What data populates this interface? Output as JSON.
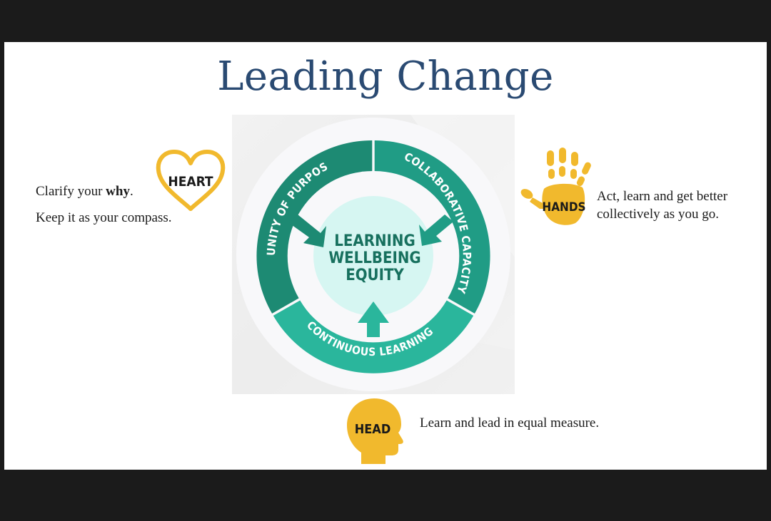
{
  "slide": {
    "title": "Leading Change"
  },
  "heart": {
    "label": "HEART",
    "line1_prefix": "Clarify your ",
    "line1_bold": "why",
    "line1_suffix": ".",
    "line2": "Keep it as your compass."
  },
  "hands": {
    "label": "HANDS",
    "line1": "Act, learn and get better",
    "line2": "collectively as you go."
  },
  "head": {
    "label": "HEAD",
    "text": "Learn and lead in equal measure."
  },
  "diagram": {
    "center": [
      "LEARNING",
      "WELLBEING",
      "EQUITY"
    ],
    "segments": {
      "left": "UNITY OF PURPOSE",
      "right": "COLLABORATIVE CAPACITY",
      "bottom": "CONTINUOUS LEARNING"
    }
  },
  "colors": {
    "title": "#2a4a72",
    "teal_dark": "#1d8a73",
    "teal_mid": "#209c85",
    "teal_light": "#2ab69c",
    "center_fill": "#d6f6f2",
    "center_text": "#17705e",
    "icon_yellow": "#f1b92d"
  }
}
